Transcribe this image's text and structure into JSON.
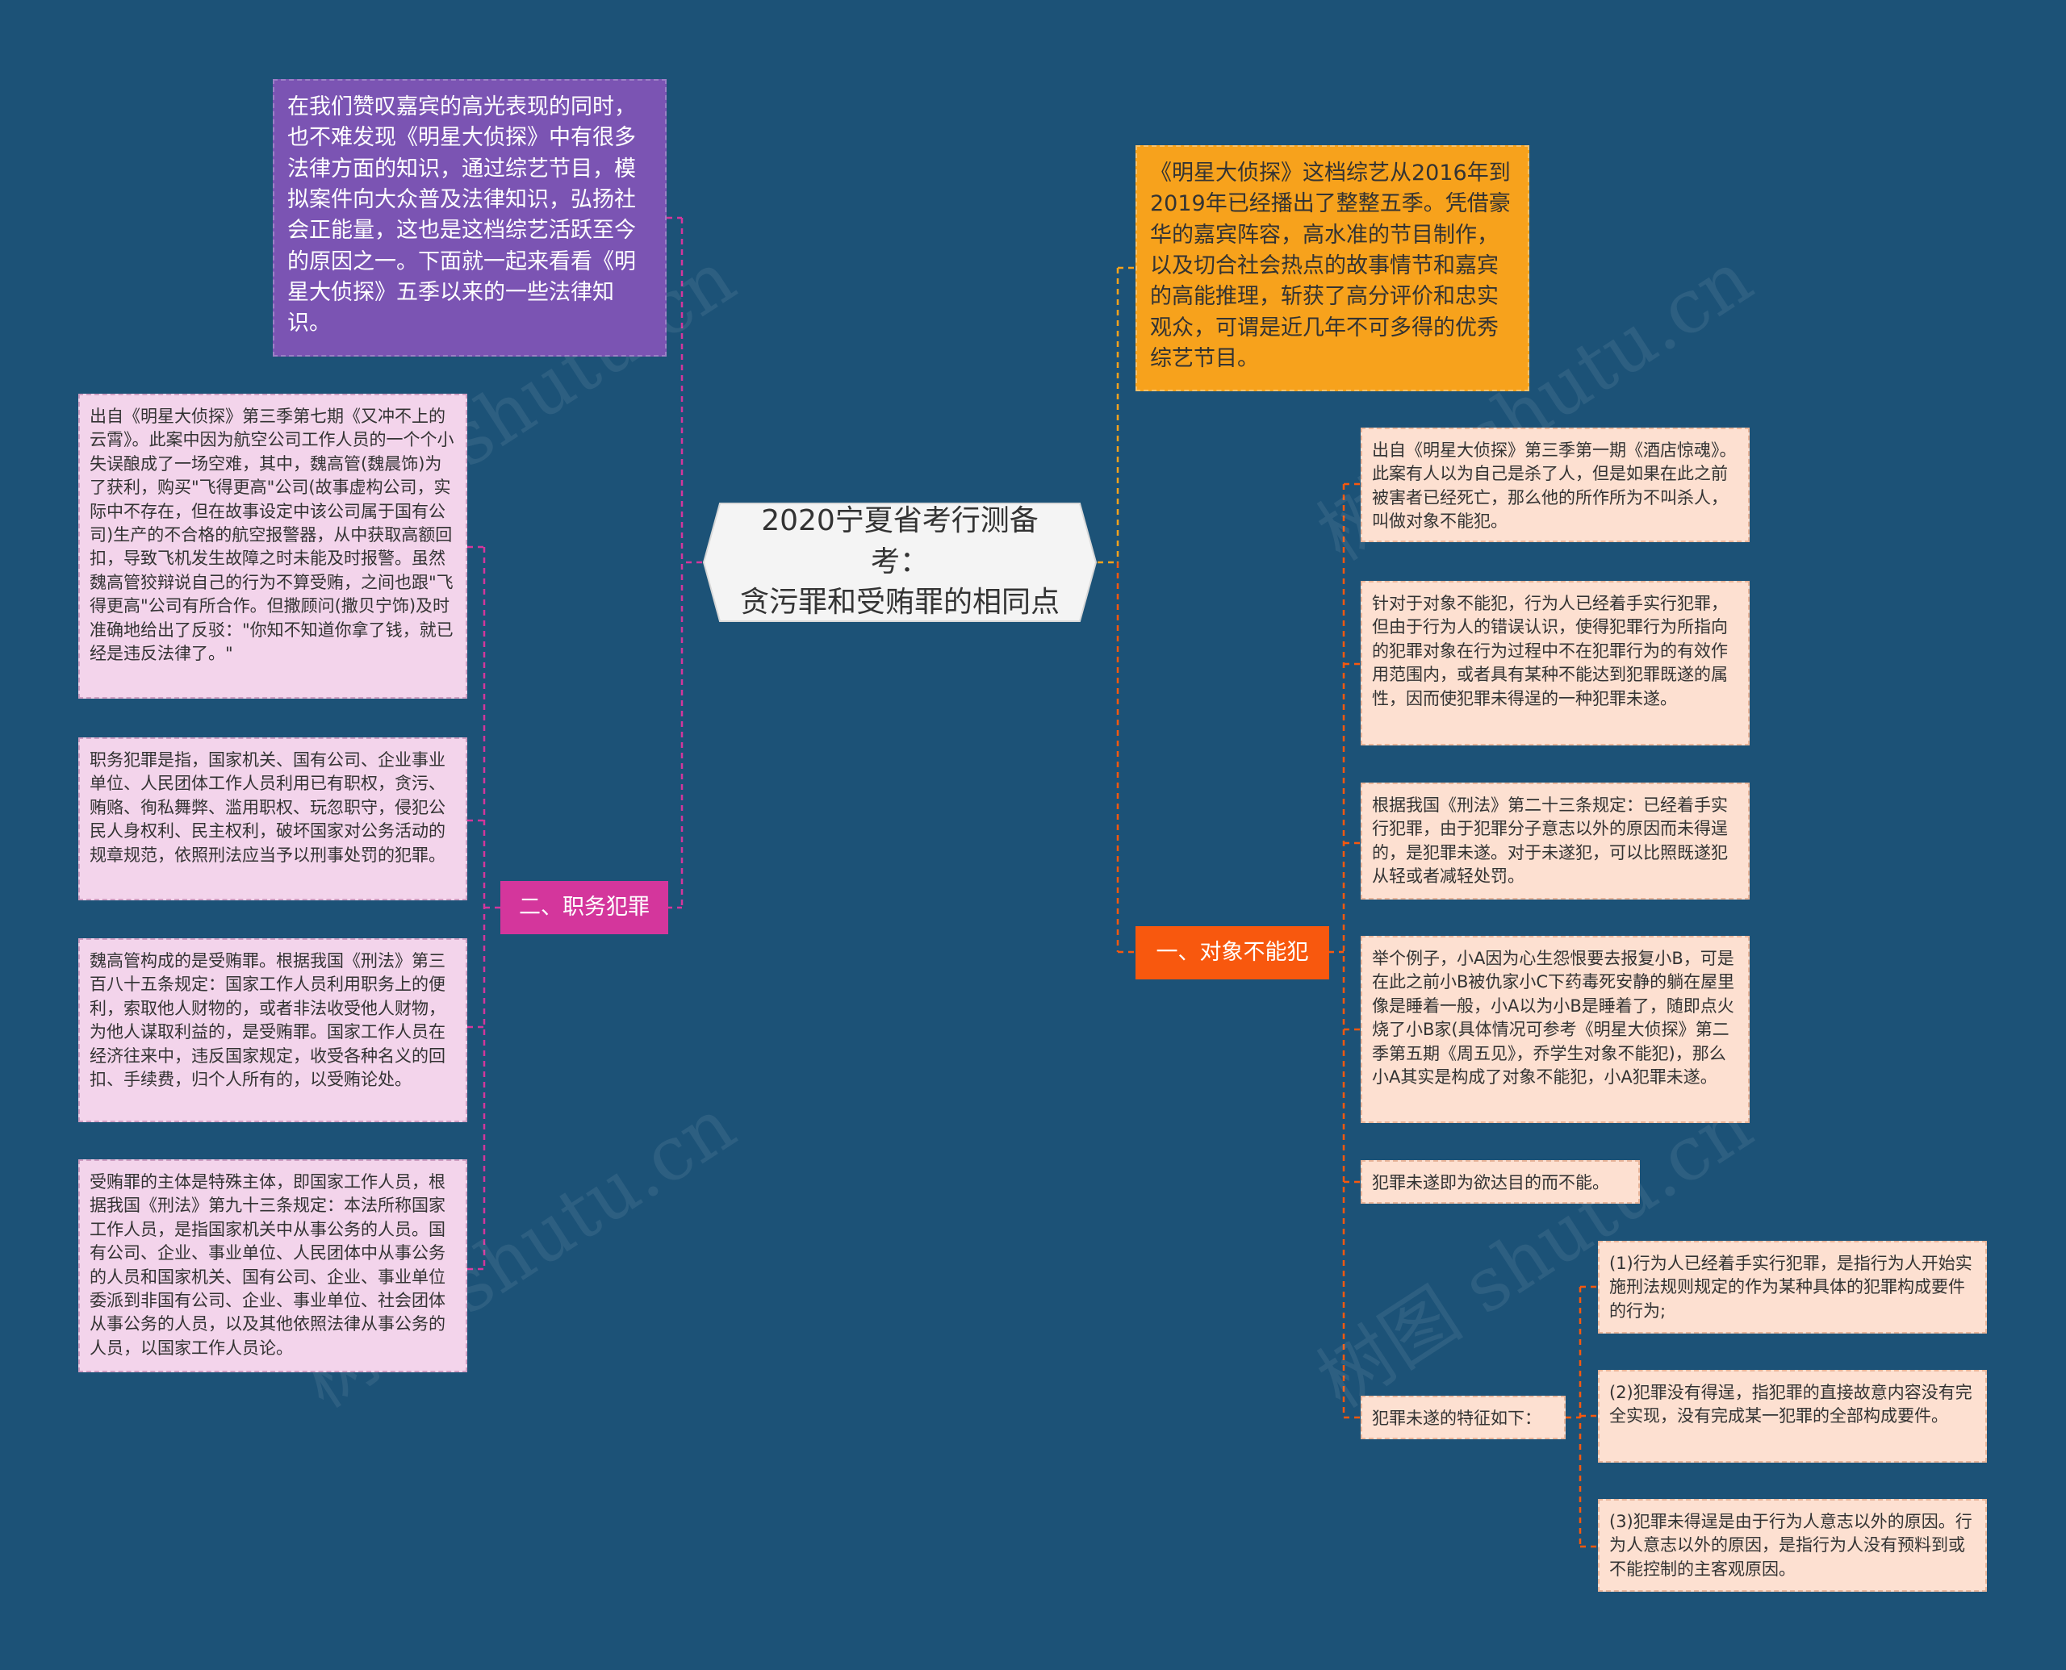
{
  "watermark": "树图 shutu.cn",
  "colors": {
    "background": "#1c5277",
    "intro_box": "#7b54b3",
    "summary_box": "#f7a21c",
    "branch_left": "#d4369c",
    "branch_right": "#f8580e",
    "left_leaf": "#f3d4eb",
    "right_leaf": "#fde0d1"
  },
  "center": {
    "title_line1": "2020宁夏省考行测备考：",
    "title_line2": "贪污罪和受贿罪的相同点"
  },
  "intro": "在我们赞叹嘉宾的高光表现的同时，也不难发现《明星大侦探》中有很多法律方面的知识，通过综艺节目，模拟案件向大众普及法律知识，弘扬社会正能量，这也是这档综艺活跃至今的原因之一。下面就一起来看看《明星大侦探》五季以来的一些法律知识。",
  "summary": "《明星大侦探》这档综艺从2016年到2019年已经播出了整整五季。凭借豪华的嘉宾阵容，高水准的节目制作，以及切合社会热点的故事情节和嘉宾的高能推理，斩获了高分评价和忠实观众，可谓是近几年不可多得的优秀综艺节目。",
  "left_branch": {
    "label": "二、职务犯罪",
    "items": [
      "出自《明星大侦探》第三季第七期《又冲不上的云霄》。此案中因为航空公司工作人员的一个个小失误酿成了一场空难，其中，魏高管(魏晨饰)为了获利，购买\"飞得更高\"公司(故事虚构公司，实际中不存在，但在故事设定中该公司属于国有公司)生产的不合格的航空报警器，从中获取高额回扣，导致飞机发生故障之时未能及时报警。虽然魏高管狡辩说自己的行为不算受贿，之间也跟\"飞得更高\"公司有所合作。但撒顾问(撒贝宁饰)及时准确地给出了反驳：\"你知不知道你拿了钱，就已经是违反法律了。\"",
      "职务犯罪是指，国家机关、国有公司、企业事业单位、人民团体工作人员利用已有职权，贪污、贿赂、徇私舞弊、滥用职权、玩忽职守，侵犯公民人身权利、民主权利，破坏国家对公务活动的规章规范，依照刑法应当予以刑事处罚的犯罪。",
      "魏高管构成的是受贿罪。根据我国《刑法》第三百八十五条规定：国家工作人员利用职务上的便利，索取他人财物的，或者非法收受他人财物，为他人谋取利益的，是受贿罪。国家工作人员在经济往来中，违反国家规定，收受各种名义的回扣、手续费，归个人所有的，以受贿论处。",
      "受贿罪的主体是特殊主体，即国家工作人员，根据我国《刑法》第九十三条规定：本法所称国家工作人员，是指国家机关中从事公务的人员。国有公司、企业、事业单位、人民团体中从事公务的人员和国家机关、国有公司、企业、事业单位委派到非国有公司、企业、事业单位、社会团体从事公务的人员，以及其他依照法律从事公务的人员，以国家工作人员论。"
    ]
  },
  "right_branch": {
    "label": "一、对象不能犯",
    "items": [
      "出自《明星大侦探》第三季第一期《酒店惊魂》。此案有人以为自己是杀了人，但是如果在此之前被害者已经死亡，那么他的所作所为不叫杀人，叫做对象不能犯。",
      "针对于对象不能犯，行为人已经着手实行犯罪，但由于行为人的错误认识，使得犯罪行为所指向的犯罪对象在行为过程中不在犯罪行为的有效作用范围内，或者具有某种不能达到犯罪既遂的属性，因而使犯罪未得逞的一种犯罪未遂。",
      "根据我国《刑法》第二十三条规定：已经着手实行犯罪，由于犯罪分子意志以外的原因而未得逞的，是犯罪未遂。对于未遂犯，可以比照既遂犯从轻或者减轻处罚。",
      "举个例子，小A因为心生怨恨要去报复小B，可是在此之前小B被仇家小C下药毒死安静的躺在屋里像是睡着一般，小A以为小B是睡着了，随即点火烧了小B家(具体情况可参考《明星大侦探》第二季第五期《周五见》，乔学生对象不能犯)，那么小A其实是构成了对象不能犯，小A犯罪未遂。",
      "犯罪未遂即为欲达目的而不能。"
    ],
    "features": {
      "label": "犯罪未遂的特征如下：",
      "items": [
        "(1)行为人已经着手实行犯罪，是指行为人开始实施刑法规则规定的作为某种具体的犯罪构成要件的行为;",
        "(2)犯罪没有得逞，指犯罪的直接故意内容没有完全实现，没有完成某一犯罪的全部构成要件。",
        "(3)犯罪未得逞是由于行为人意志以外的原因。行为人意志以外的原因，是指行为人没有预料到或不能控制的主客观原因。"
      ]
    }
  }
}
